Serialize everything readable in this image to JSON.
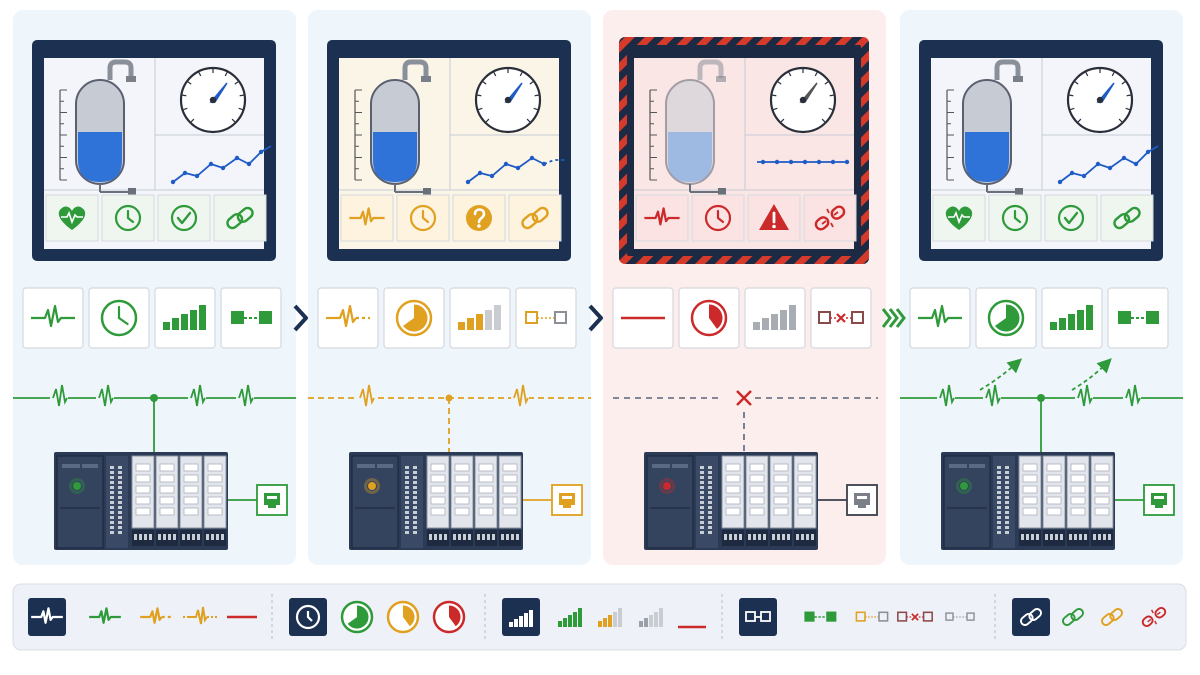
{
  "colors": {
    "healthy": "#2e9a3a",
    "degraded": "#e0a020",
    "fault": "#cc2a2a",
    "inactive": "#8a8f98",
    "navy": "#1c3152",
    "panel_healthy_bg": "#eef5fb",
    "panel_fault_bg": "#fdeeee",
    "tank_fill": "#2f73d9"
  },
  "stages": [
    {
      "id": "healthy",
      "state": "healthy",
      "connection": "linked",
      "hmi_status_icon": "check-icon",
      "heartbeat": "active",
      "timer_fraction": 1.0,
      "signal_bars": 5,
      "trend": "rising"
    },
    {
      "id": "degraded",
      "state": "degraded",
      "connection": "weak",
      "hmi_status_icon": "question-icon",
      "heartbeat": "intermittent",
      "timer_fraction": 0.65,
      "signal_bars": 3,
      "trend": "partial"
    },
    {
      "id": "fault",
      "state": "fault",
      "connection": "broken",
      "hmi_status_icon": "warning-icon",
      "heartbeat": "flatline",
      "timer_fraction": 0.4,
      "signal_bars": 0,
      "trend": "flat"
    },
    {
      "id": "recovered",
      "state": "healthy",
      "connection": "linked",
      "hmi_status_icon": "check-icon",
      "heartbeat": "active",
      "timer_fraction": 0.65,
      "signal_bars": 5,
      "trend": "rising"
    }
  ],
  "transitions": [
    "chevron-right-icon",
    "chevron-right-icon",
    "triple-chevron-right-icon"
  ],
  "legend": {
    "groups": [
      {
        "icon": "heartbeat-icon",
        "items": [
          "heartbeat-healthy",
          "heartbeat-degraded",
          "heartbeat-intermittent",
          "heartbeat-flatline"
        ]
      },
      {
        "icon": "timer-icon",
        "items": [
          "timer-healthy",
          "timer-degraded",
          "timer-fault"
        ]
      },
      {
        "icon": "signal-bars-icon",
        "items": [
          "signal-healthy",
          "signal-degraded",
          "signal-weak",
          "signal-none"
        ]
      },
      {
        "icon": "network-link-icon",
        "items": [
          "link-healthy",
          "link-degraded",
          "link-broken",
          "link-inactive"
        ]
      },
      {
        "icon": "chain-link-icon",
        "items": [
          "chain-healthy",
          "chain-degraded",
          "chain-broken"
        ]
      }
    ]
  }
}
